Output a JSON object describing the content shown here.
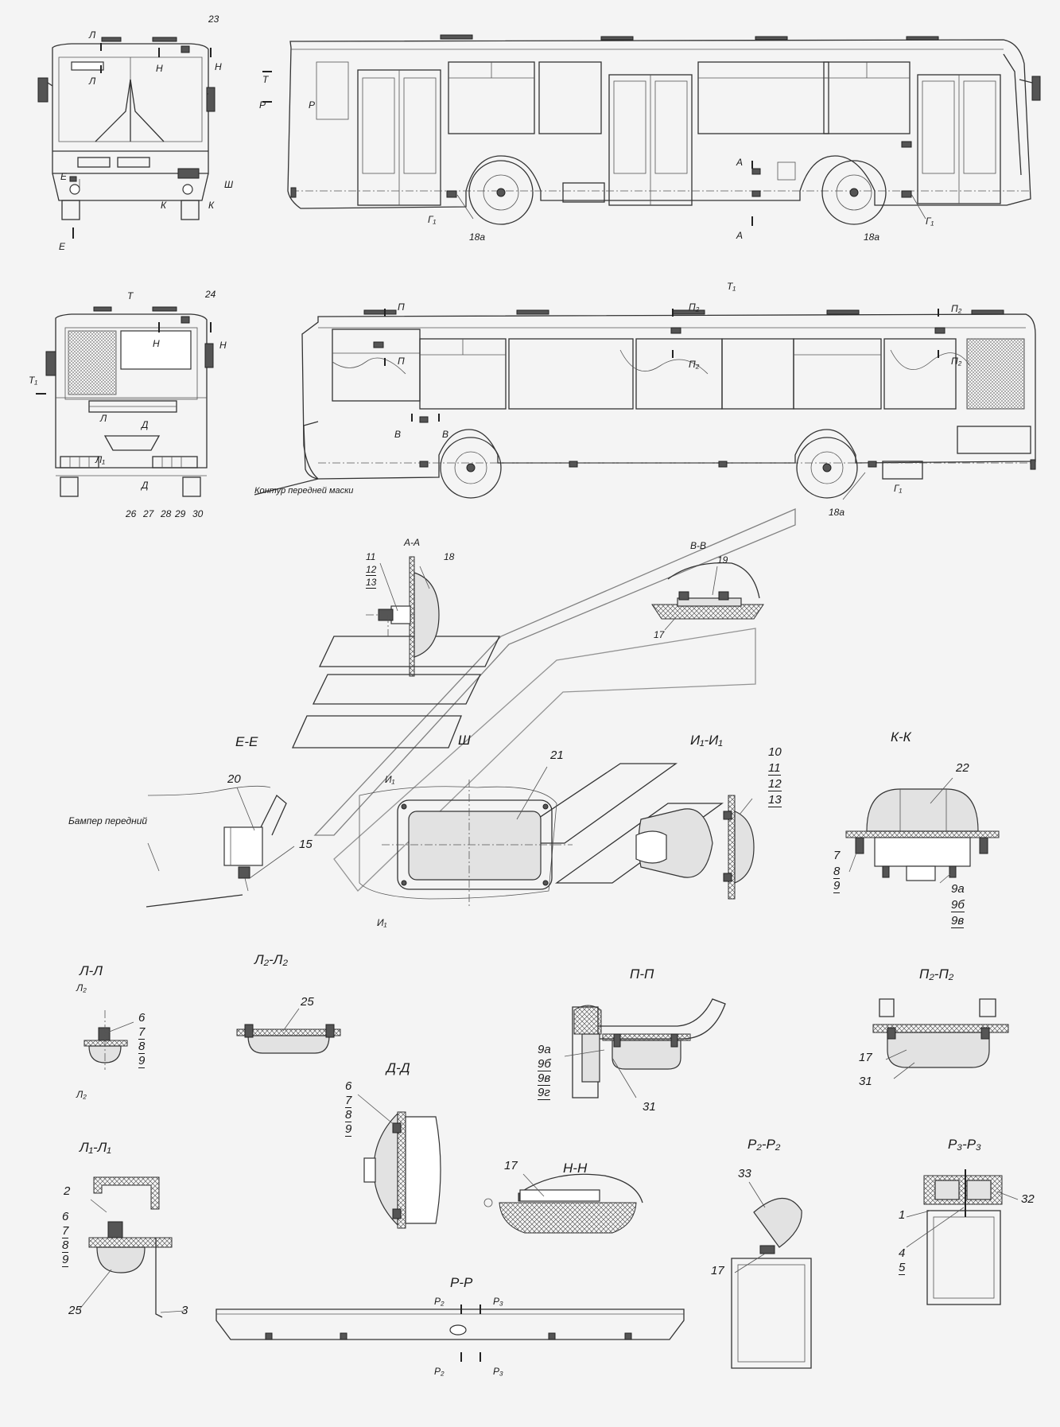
{
  "labels": {
    "n23": "23",
    "n24": "24",
    "n26": "26",
    "n27": "27",
    "n28": "28",
    "n29": "29",
    "n30": "30",
    "n18a_1": "18а",
    "n18a_2": "18а",
    "n18a_3": "18а",
    "n11": "11",
    "n12": "12",
    "n13": "13",
    "n18": "18",
    "n19": "19",
    "n17_bb": "17",
    "n20": "20",
    "n15": "15",
    "n21": "21",
    "n10": "10",
    "n11b": "11",
    "n12b": "12",
    "n13b": "13",
    "n22": "22",
    "n7k": "7",
    "n8k": "8",
    "n9k": "9",
    "n9a_k": "9а",
    "n9b_k": "9б",
    "n9v_k": "9в",
    "n25_l2": "25",
    "n6_l": "6",
    "n7_l": "7",
    "n8_l": "8",
    "n9_l": "9",
    "n9a_p": "9а",
    "n9b_p": "9б",
    "n9v_p": "9в",
    "n9g_p": "9г",
    "n31_p": "31",
    "n17_p2": "17",
    "n31_p2": "31",
    "n6_d": "6",
    "n7_d": "7",
    "n8_d": "8",
    "n9_d": "9",
    "n17_h": "17",
    "n33": "33",
    "n17_r2": "17",
    "n1": "1",
    "n32": "32",
    "n4": "4",
    "n5": "5",
    "n2": "2",
    "n6_l1": "6",
    "n7_l1": "7",
    "n8_l1": "8",
    "n9_l1": "9",
    "n25_l1": "25",
    "n3": "3"
  },
  "markers": {
    "L": "Л",
    "N": "Н",
    "T": "Т",
    "R": "Р",
    "E": "Е",
    "K": "К",
    "Sh": "Ш",
    "A": "А",
    "G1": "Г₁",
    "T1": "Т₁",
    "P": "П",
    "P2": "П₂",
    "V": "В",
    "D": "Д",
    "L1": "Л₁",
    "I1": "И₁",
    "L2": "Л₂",
    "R2": "Р₂",
    "R3": "Р₃"
  },
  "titles": {
    "aa": "А-А",
    "vv": "В-В",
    "ee": "Е-Е",
    "sh": "Ш",
    "ii": "И₁-И₁",
    "kk": "К-К",
    "ll": "Л-Л",
    "l2l2": "Л₂-Л₂",
    "pp": "П-П",
    "p2p2": "П₂-П₂",
    "dd": "Д-Д",
    "nn": "Н-Н",
    "r2r2": "Р₂-Р₂",
    "r3r3": "Р₃-Р₃",
    "l1l1": "Л₁-Л₁",
    "rr": "Р-Р"
  },
  "notes": {
    "mask_contour": "Контур передней маски",
    "front_bumper": "Бампер передний"
  }
}
